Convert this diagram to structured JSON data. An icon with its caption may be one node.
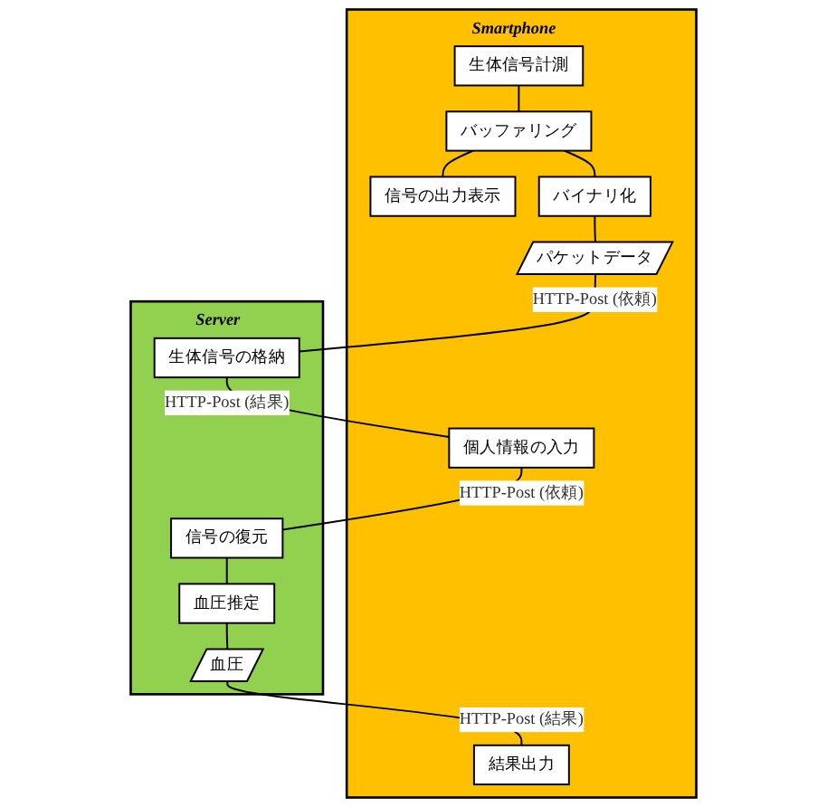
{
  "diagram": {
    "nodes": [
      {
        "text": [
          "Smartphone"
        ]
      },
      {
        "text": [
          "生体信号計測"
        ],
        "in": 0
      },
      {
        "text": [
          "バッファリング"
        ],
        "in": 0
      },
      {
        "text": [
          "信号の出力表示"
        ],
        "in": 0
      },
      {
        "text": [
          "バイナリ化"
        ],
        "in": 0
      },
      {
        "text": [
          "パケットデータ"
        ],
        "in": 0
      },
      {
        "text": [
          "個人情報の入力"
        ],
        "in": 0
      },
      {
        "text": [
          "結果出力"
        ],
        "in": 0
      },
      {
        "text": [
          "Server"
        ]
      },
      {
        "text": [
          "生体信号の格納"
        ],
        "in": 8
      },
      {
        "text": [
          "信号の復元"
        ],
        "in": 8
      },
      {
        "text": [
          "血圧推定"
        ],
        "in": 8
      },
      {
        "text": [
          "血圧"
        ],
        "in": 8
      }
    ],
    "edges": [
      {
        "from": 1,
        "to": 2,
        "arrow": "none"
      },
      {
        "from": 2,
        "to": 3,
        "arrow": "none"
      },
      {
        "from": 2,
        "to": 4,
        "arrow": "none"
      },
      {
        "from": 4,
        "to": 5,
        "arrow": "none"
      },
      {
        "from": 5,
        "to": 9,
        "arrow": "none",
        "label": "HTTP-Post (依頼)"
      },
      {
        "from": 9,
        "to": 6,
        "arrow": "none",
        "label": "HTTP-Post (結果)"
      },
      {
        "from": 6,
        "to": 10,
        "arrow": "none",
        "label": "HTTP-Post (依頼)"
      },
      {
        "from": 10,
        "to": 11,
        "arrow": "none"
      },
      {
        "from": 11,
        "to": 12,
        "arrow": "none"
      },
      {
        "from": 12,
        "to": 7,
        "arrow": "none",
        "label": "HTTP-Post (結果)"
      }
    ]
  }
}
